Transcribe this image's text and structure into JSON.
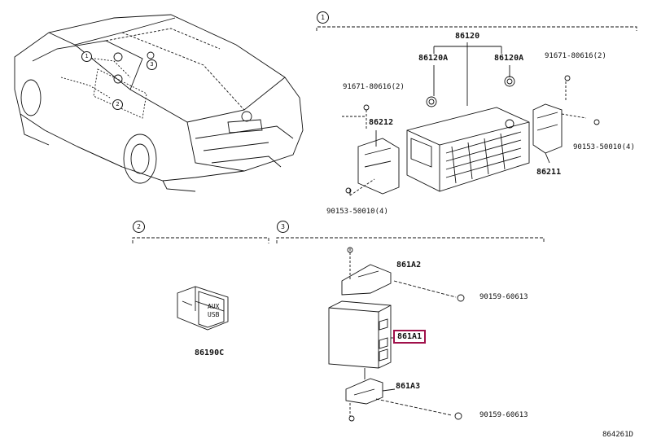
{
  "sections": {
    "s1": "1",
    "s2": "2",
    "s3": "3"
  },
  "car_markers": [
    "1",
    "2",
    "3"
  ],
  "parts": {
    "p86120": "86120",
    "p86120A_left": "86120A",
    "p86120A_right": "86120A",
    "p91671_top": "91671-80616(2)",
    "p91671_left": "91671-80616(2)",
    "p86212": "86212",
    "p86211": "86211",
    "p90153_right": "90153-50010(4)",
    "p90153_bottom": "90153-50010(4)",
    "p86190C": "86190C",
    "p861A2": "861A2",
    "p861A1": "861A1",
    "p861A3": "861A3",
    "p90159_top": "90159-60613",
    "p90159_bottom": "90159-60613"
  },
  "switch_text": [
    "AUX",
    "USB"
  ],
  "diagram_id": "864261D",
  "colors": {
    "highlight": "#a0104a",
    "ink": "#111111"
  }
}
